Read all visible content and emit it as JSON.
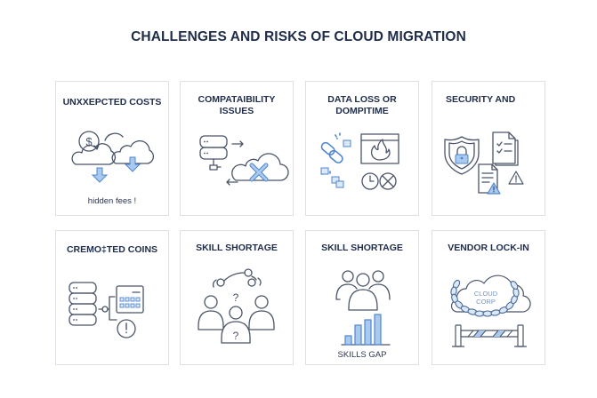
{
  "title": "CHALLENGES AND RISKS OF CLOUD MIGRATION",
  "colors": {
    "title_text": "#1f2d4a",
    "icon_stroke": "#4a5568",
    "accent_fill": "#a9c9ee",
    "accent_stroke": "#4f86cf",
    "card_border": "#dcdfe4"
  },
  "cards": [
    {
      "label": "UNXXEPCTED COSTS",
      "icon": "cost-clouds-icon",
      "caption": "hidden fees !"
    },
    {
      "label": "COMPATAIBILITY ISSUES",
      "icon": "server-cloud-error-icon",
      "caption": ""
    },
    {
      "label": "DATA LOSS OR DOMPITIME",
      "icon": "broken-link-fire-clock-icon",
      "caption": ""
    },
    {
      "label": "SECURITY AND",
      "icon": "shield-documents-warning-icon",
      "caption": ""
    },
    {
      "label": "CREMO‡TED COINS",
      "icon": "database-calculator-alert-icon",
      "caption": ""
    },
    {
      "label": "SKILL SHORTAGE",
      "icon": "people-question-icon",
      "caption": ""
    },
    {
      "label": "SKILL SHORTAGE",
      "icon": "team-bar-chart-icon",
      "caption": "SKILLS GAP"
    },
    {
      "label": "VENDOR LOCK-IN",
      "icon": "chained-cloud-barrier-icon",
      "caption": "",
      "cloud_text_1": "CLOUD",
      "cloud_text_2": "CORP"
    }
  ]
}
